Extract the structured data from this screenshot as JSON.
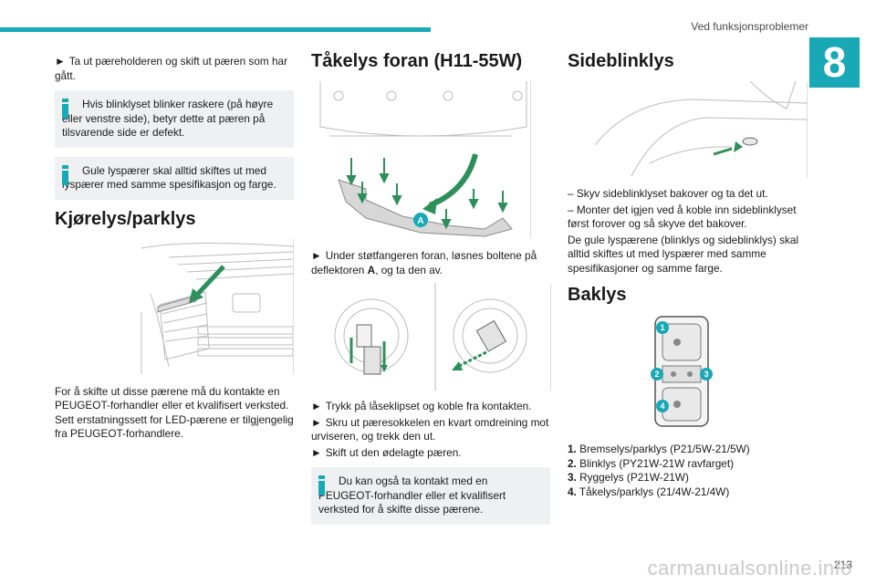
{
  "header": {
    "section_title": "Ved funksjonsproblemer",
    "chapter_number": "8"
  },
  "col1": {
    "intro": "Ta ut pæreholderen og skift ut pæren som har gått.",
    "info1": "Hvis blinklyset blinker raskere (på høyre eller venstre side), betyr dette at pæren på tilsvarende side er defekt.",
    "info2": "Gule lyspærer skal alltid skiftes ut med lyspærer med samme spesifikasjon og farge.",
    "heading": "Kjørelys/parklys",
    "body": "For å skifte ut disse pærene må du kontakte en PEUGEOT-forhandler eller et kvalifisert verksted. Sett erstatningssett for LED-pærene er tilgjengelig fra PEUGEOT-forhandlere."
  },
  "col2": {
    "heading": "Tåkelys foran (H11-55W)",
    "figure_label": "A",
    "step1_pre": "Under støtfangeren foran, løsnes boltene på deflektoren ",
    "step1_bold": "A",
    "step1_post": ", og ta den av.",
    "steps": [
      "Trykk på låseklipset og koble fra kontakten.",
      "Skru ut pæresokkelen en kvart omdreining mot urviseren, og trekk den ut.",
      "Skift ut den ødelagte pæren."
    ],
    "info": "Du kan også ta kontakt med en PEUGEOT-forhandler eller et kvalifisert verksted for å skifte disse pærene."
  },
  "col3": {
    "heading1": "Sideblinklys",
    "lines": [
      "–  Skyv sideblinklyset bakover og ta det ut.",
      "–  Monter det igjen ved å koble inn sideblinklyset først forover og så skyve det bakover.",
      "De gule lyspærene (blinklys og sideblinklys) skal alltid skiftes ut med lyspærer med samme spesifikasjoner og samme farge."
    ],
    "heading2": "Baklys",
    "figure_numbers": [
      "1",
      "2",
      "3",
      "4"
    ],
    "items": [
      {
        "num": "1.",
        "text": "Bremselys/parklys (P21/5W-21/5W)"
      },
      {
        "num": "2.",
        "text": "Blinklys (PY21W-21W ravfarget)"
      },
      {
        "num": "3.",
        "text": "Ryggelys (P21W-21W)"
      },
      {
        "num": "4.",
        "text": "Tåkelys/parklys (21/4W-21/4W)"
      }
    ]
  },
  "footer": {
    "page_number": "213",
    "watermark": "carmanualsonline.info"
  },
  "icons": {
    "bullet": "►"
  },
  "colors": {
    "accent": "#19a8b5"
  }
}
